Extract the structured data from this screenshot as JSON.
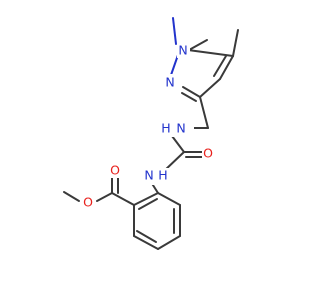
{
  "colors": {
    "bond": "#3a3a3a",
    "nitrogen": "#2233cc",
    "oxygen": "#e8201c",
    "background": "#ffffff"
  },
  "atoms": {
    "n1": "N",
    "n2": "N",
    "nh_upper_n": "N",
    "nh_upper_h": "H",
    "nh_lower_n": "N",
    "nh_lower_h": "H",
    "o_urea": "O",
    "o_carbonyl": "O",
    "o_ester": "O"
  }
}
